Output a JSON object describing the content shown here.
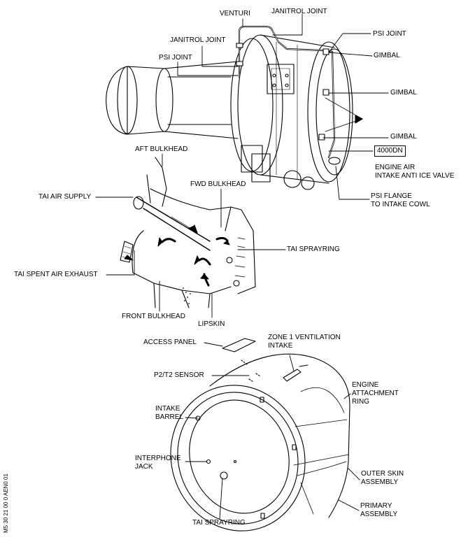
{
  "labels": {
    "venturi": "VENTURI",
    "janitrol_joint_top": "JANITROL JOINT",
    "janitrol_joint_left": "JANITROL JOINT",
    "psi_joint_right": "PSI JOINT",
    "psi_joint_left": "PSI JOINT",
    "gimbal_1": "GIMBAL",
    "gimbal_2": "GIMBAL",
    "gimbal_3": "GIMBAL",
    "location_code": "4000DN",
    "engine_air_valve": "ENGINE AIR\nINTAKE ANTI ICE VALVE",
    "psi_flange": "PSI FLANGE\nTO INTAKE COWL",
    "aft_bulkhead": "AFT BULKHEAD",
    "fwd_bulkhead": "FWD BULKHEAD",
    "tai_air_supply": "TAI AIR SUPPLY",
    "tai_sprayring_mid": "TAI SPRAYRING",
    "tai_spent_air_exhaust": "TAI SPENT AIR EXHAUST",
    "front_bulkhead": "FRONT BULKHEAD",
    "lipskin": "LIPSKIN",
    "access_panel": "ACCESS PANEL",
    "zone1_ventilation": "ZONE 1 VENTILATION\nINTAKE",
    "p2t2_sensor": "P2/T2 SENSOR",
    "engine_attachment_ring": "ENGINE\nATTACHMENT\nRING",
    "intake_barrel": "INTAKE\nBARREL",
    "interphone_jack": "INTERPHONE\nJACK",
    "outer_skin_assembly": "OUTER SKIN\nASSEMBLY",
    "primary_assembly": "PRIMARY\nASSEMBLY",
    "tai_sprayring_bottom": "TAI SPRAYRING"
  },
  "figure_id": "M5 30 21 00 0 AEN0 01"
}
